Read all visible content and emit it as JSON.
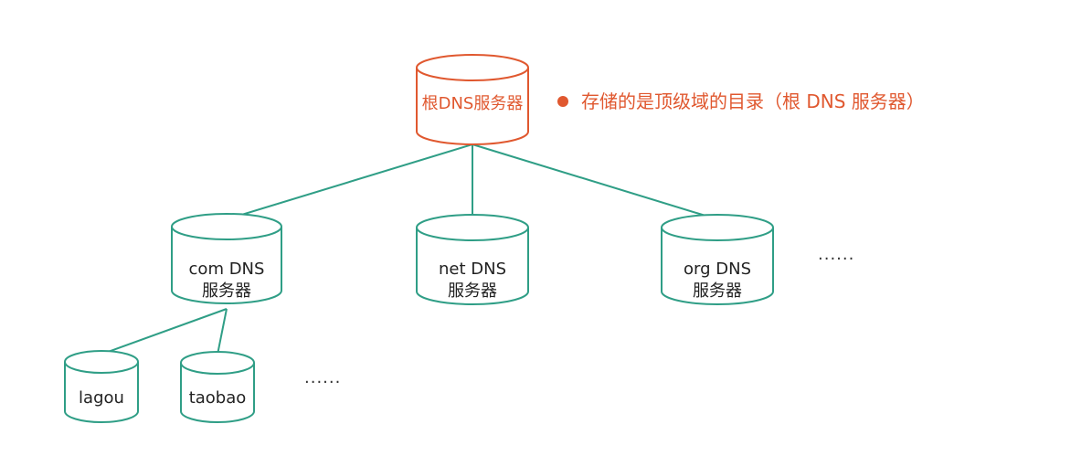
{
  "root": {
    "label": "根DNS服务器",
    "note": "存储的是顶级域的目录（根 DNS 服务器）"
  },
  "tld": [
    {
      "line1": "com DNS",
      "line2": "服务器"
    },
    {
      "line1": "net DNS",
      "line2": "服务器"
    },
    {
      "line1": "org DNS",
      "line2": "服务器"
    }
  ],
  "tld_more": "......",
  "second_level": [
    {
      "label": "lagou"
    },
    {
      "label": "taobao"
    }
  ],
  "second_more": "......",
  "colors": {
    "teal": "#2f9e86",
    "orange": "#e0582f"
  }
}
